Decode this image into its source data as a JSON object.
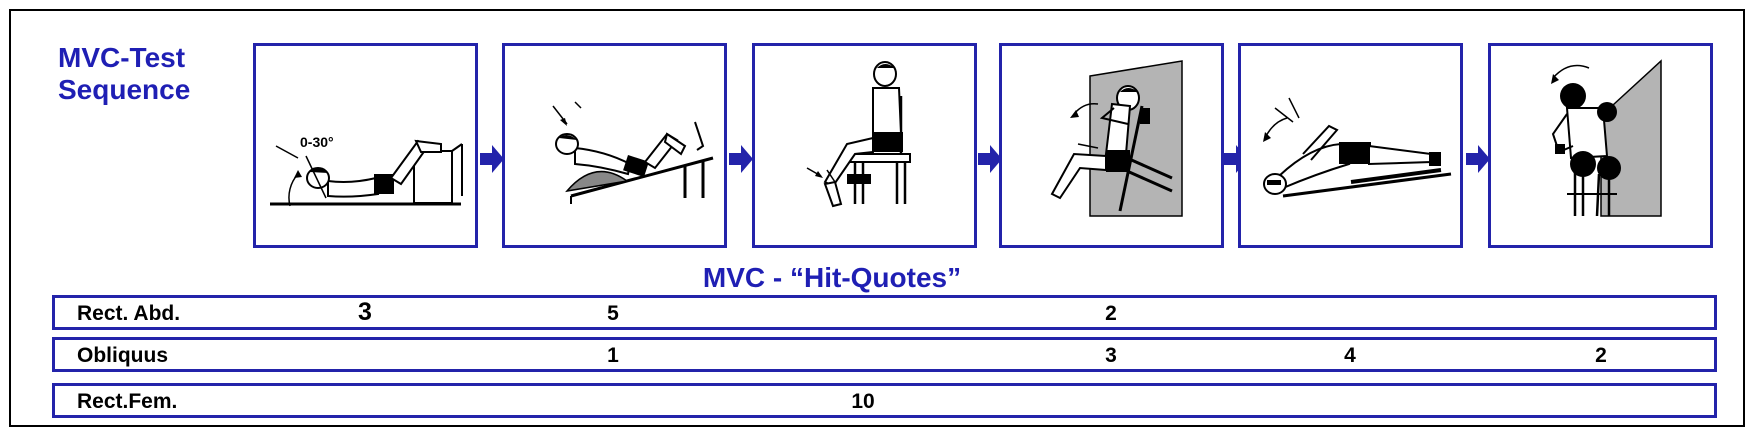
{
  "title_lines": [
    "MVC-Test",
    "Sequence"
  ],
  "panels": [
    {
      "label": "0-30°"
    },
    {
      "label": ""
    },
    {
      "label": ""
    },
    {
      "label": ""
    },
    {
      "label": ""
    },
    {
      "label": ""
    }
  ],
  "hit_quotes_title": "MVC - “Hit-Quotes”",
  "rows": [
    {
      "label": "Rect. Abd.",
      "values": [
        {
          "panel": 1,
          "value": "3"
        },
        {
          "panel": 2,
          "value": "5"
        },
        {
          "panel": 4,
          "value": "2"
        }
      ]
    },
    {
      "label": "Obliquus",
      "values": [
        {
          "panel": 2,
          "value": "1"
        },
        {
          "panel": 4,
          "value": "3"
        },
        {
          "panel": 5,
          "value": "4"
        },
        {
          "panel": 6,
          "value": "2"
        }
      ]
    },
    {
      "label": "Rect.Fem.",
      "values": [
        {
          "panel": 3,
          "value": "10"
        }
      ]
    }
  ],
  "colors": {
    "accent": "#1f1fb4",
    "border": "#2323aa",
    "wall": "#b4b4b4"
  }
}
